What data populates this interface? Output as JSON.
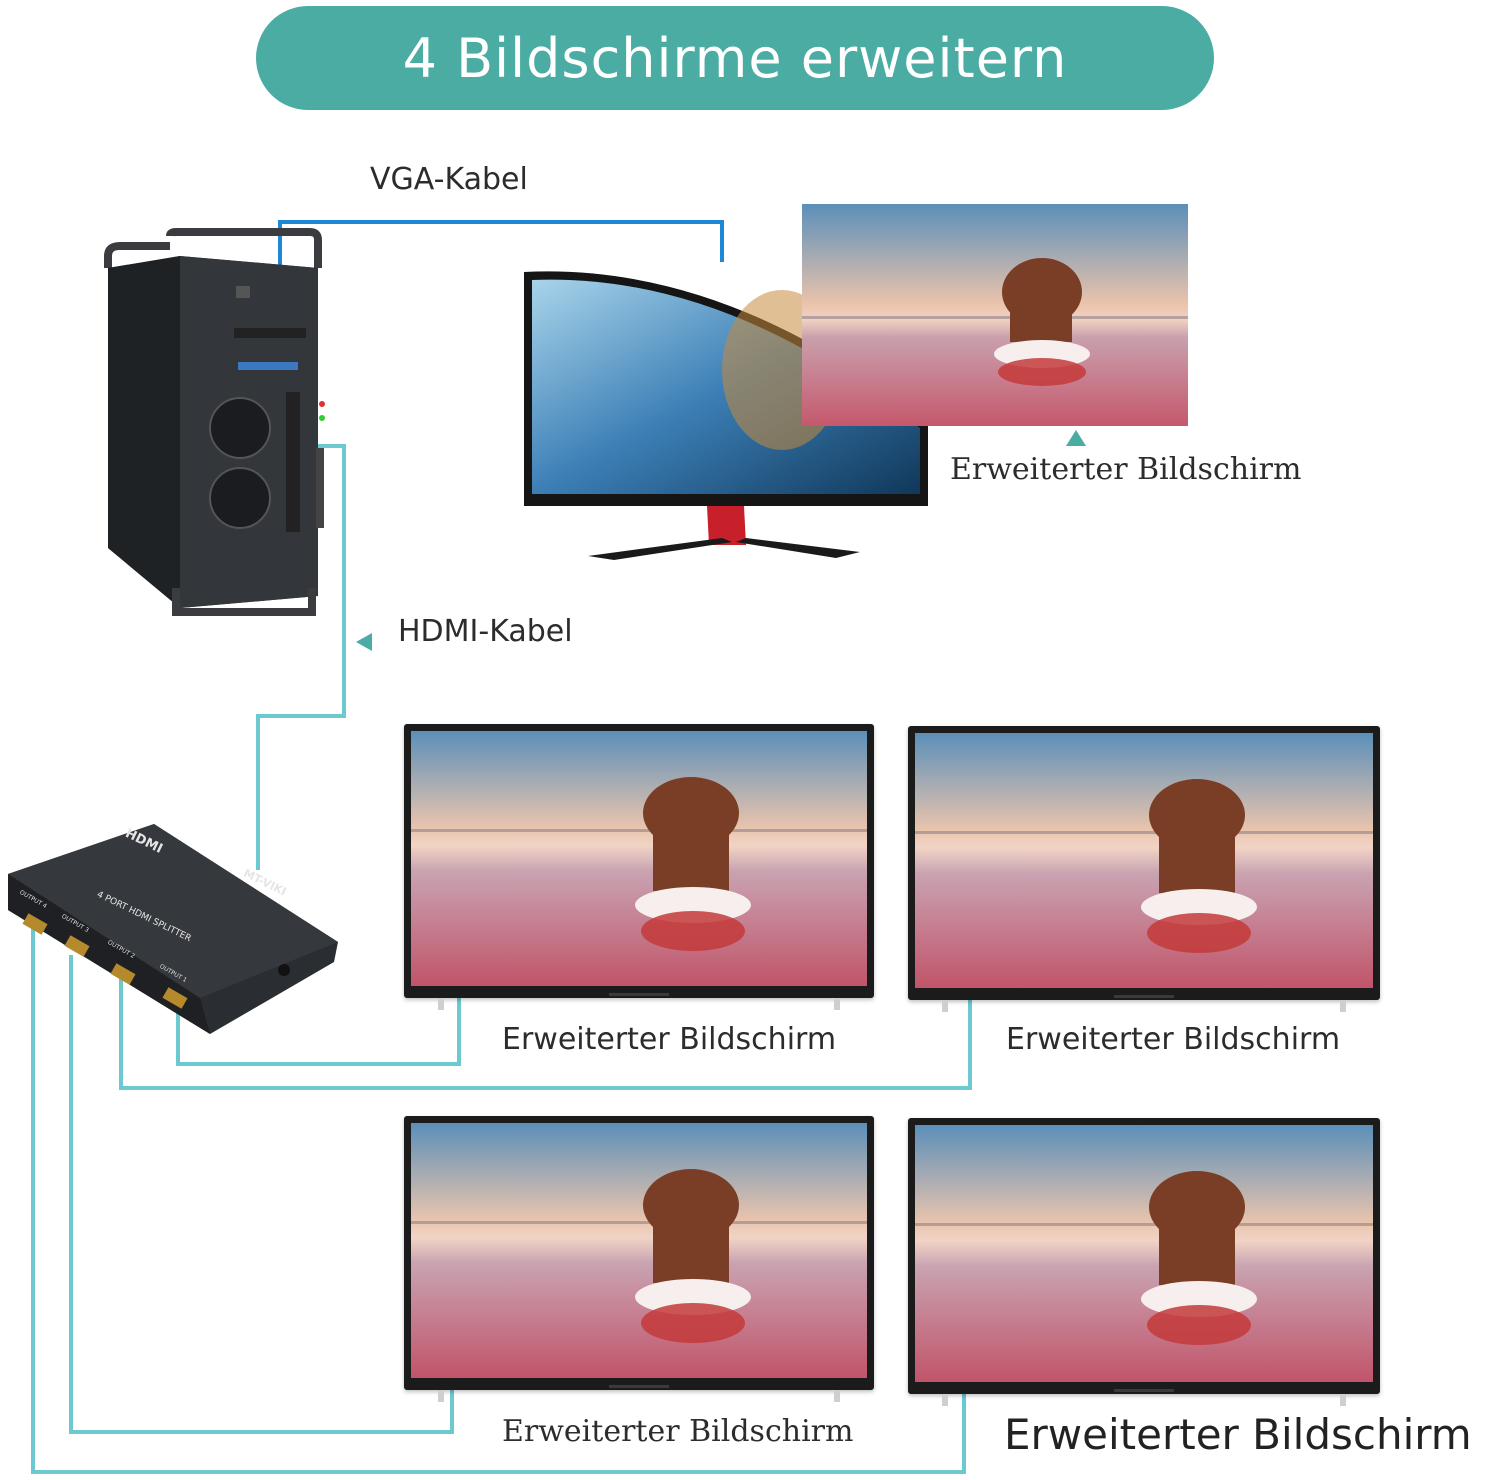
{
  "banner": {
    "title": "4 Bildschirme erweitern"
  },
  "cables": {
    "vga_label": "VGA-Kabel",
    "hdmi_label": "HDMI-Kabel"
  },
  "splitter": {
    "brand_label": "HDMI",
    "maker_label": "MT-VIKI",
    "model_label": "4 PORT HDMI SPLITTER",
    "ports": [
      "OUTPUT 4",
      "OUTPUT 3",
      "OUTPUT 2",
      "OUTPUT 1"
    ]
  },
  "screens": {
    "extended_top": "Erweiterter Bildschirm",
    "tv1": "Erweiterter Bildschirm",
    "tv2": "Erweiterter Bildschirm",
    "tv3": "Erweiterter Bildschirm",
    "tv4": "Erweiterter Bildschirm"
  },
  "colors": {
    "accent": "#4aaca3",
    "cable_vga": "#1e88d6",
    "cable_hdmi": "#6cc9d0",
    "device": "#2a2d31"
  }
}
